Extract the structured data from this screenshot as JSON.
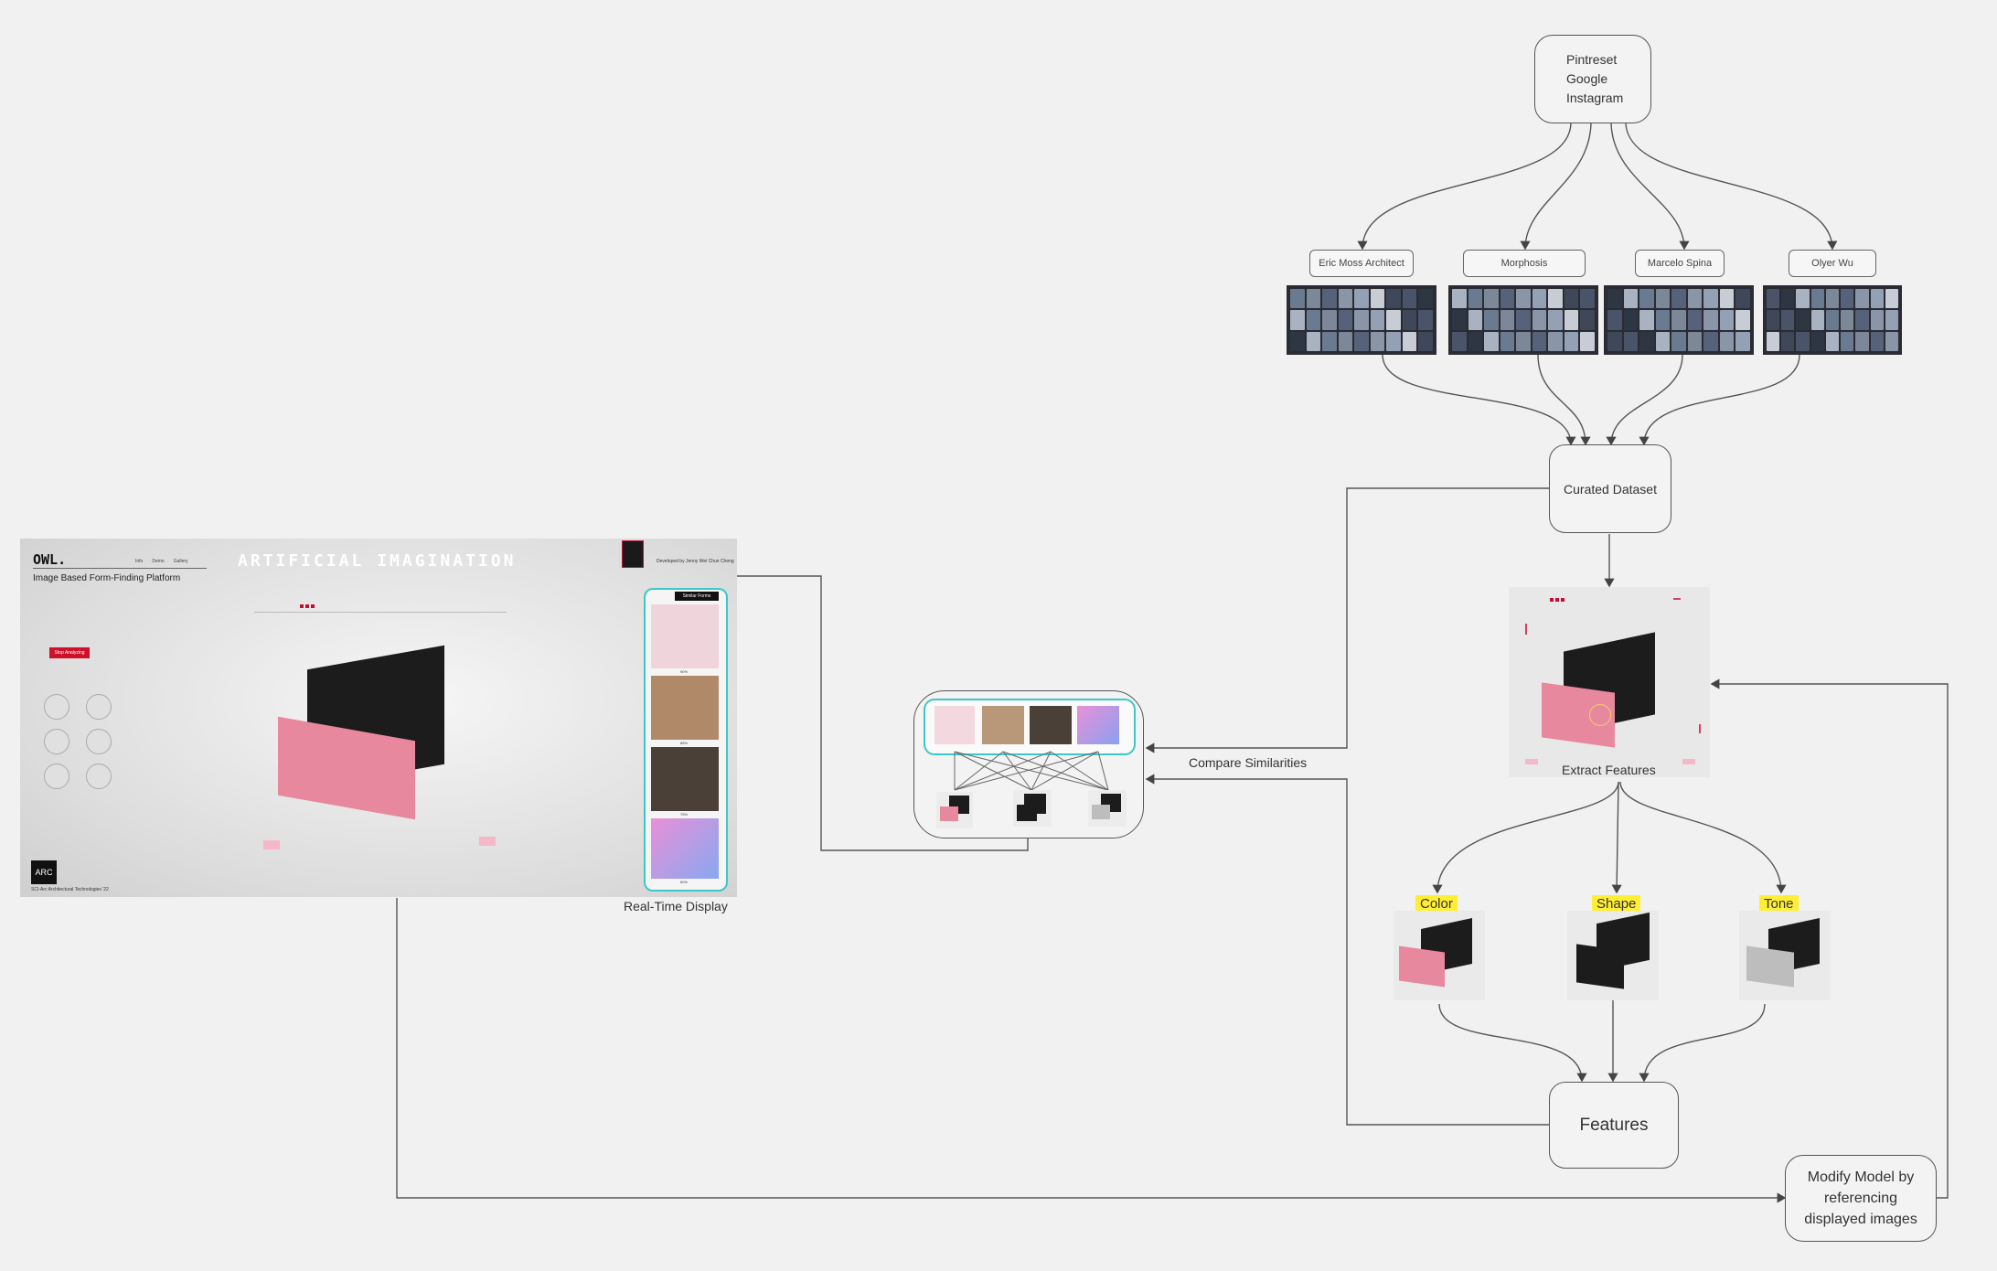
{
  "sources": {
    "lines": [
      "Pintreset",
      "Google",
      "Instagram"
    ]
  },
  "architects": [
    "Eric Moss Architect",
    "Morphosis",
    "Marcelo Spina",
    "Olyer Wu"
  ],
  "curated_dataset": "Curated Dataset",
  "extract_features": "Extract Features",
  "feature_tags": [
    "Color",
    "Shape",
    "Tone"
  ],
  "features": "Features",
  "modify_model": {
    "lines": [
      "Modify Model by",
      "referencing",
      "displayed images"
    ]
  },
  "compare_similarities": "Compare Similarities",
  "real_time_display": "Real-Time Display",
  "app": {
    "logo": "OWL.",
    "subtitle": "Image Based Form-Finding Platform",
    "nav": [
      "Info",
      "Demo",
      "Gallery"
    ],
    "banner": "ARTIFICIAL IMAGINATION",
    "developed_by": "Developed by Jenny Wei Chun Cheng",
    "stop_button": "Stop Analyzing",
    "similar_forms": "Similar Forms",
    "similarity_scores": [
      "90%",
      "85%",
      "75%",
      "60%"
    ],
    "footer_logo": "ARC",
    "footer_text": "SCI-Arc Architectural Technologies '22"
  },
  "colors": {
    "accent_pink": "#e7889f",
    "highlight": "#ffee33",
    "teal": "#3cc8c8",
    "red_button": "#d0102a"
  }
}
